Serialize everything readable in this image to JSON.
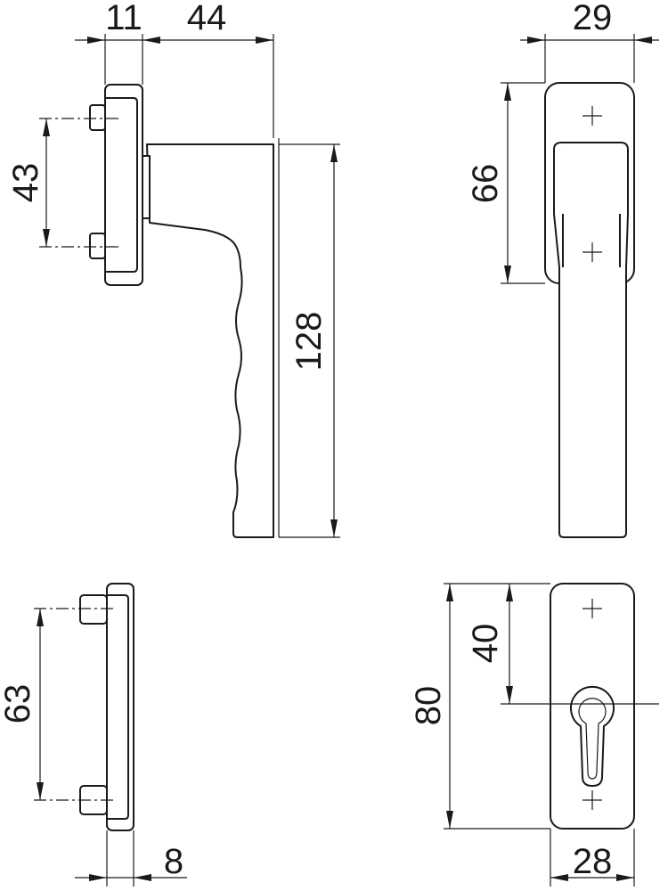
{
  "dimensions": {
    "rose_thickness": "11",
    "handle_offset": "44",
    "rose_screw_spacing": "43",
    "handle_length": "128",
    "rose_width": "29",
    "rose_height": "66",
    "escutcheon_screw_spacing": "63",
    "escutcheon_thickness": "8",
    "cylinder_position": "40",
    "escutcheon_height": "80",
    "escutcheon_width": "28"
  },
  "colors": {
    "line": "#1a1a1a",
    "background": "#ffffff"
  }
}
